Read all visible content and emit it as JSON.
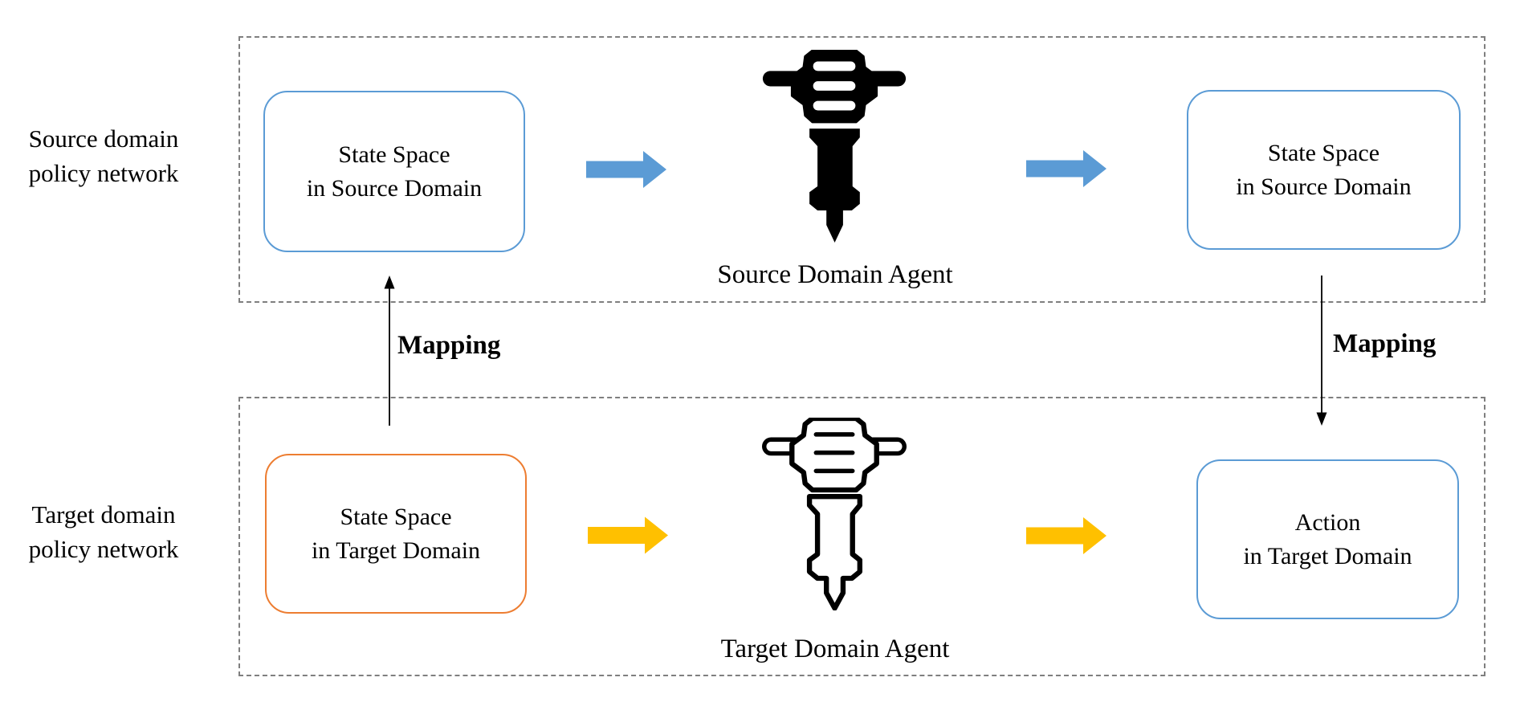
{
  "colors": {
    "arrow_blue": "#5B9BD5",
    "arrow_gold": "#FFC000",
    "box_blue_border": "#5B9BD5",
    "box_orange_border": "#ED7D31",
    "dashed_border_gray": "#7F7F7F",
    "icon_black": "#000000"
  },
  "left_labels": {
    "source": {
      "line1": "Source domain",
      "line2": "policy network"
    },
    "target": {
      "line1": "Target domain",
      "line2": "policy network"
    }
  },
  "source_row": {
    "input_box": {
      "line1": "State Space",
      "line2": "in Source Domain"
    },
    "agent_label": "Source Domain Agent",
    "agent_icon": "jackhammer-solid-icon",
    "output_box": {
      "line1": "State Space",
      "line2": "in Source Domain"
    }
  },
  "target_row": {
    "input_box": {
      "line1": "State Space",
      "line2": "in Target Domain"
    },
    "agent_label": "Target Domain Agent",
    "agent_icon": "jackhammer-outline-icon",
    "output_box": {
      "line1": "Action",
      "line2": "in Target Domain"
    }
  },
  "mapping": {
    "left_label": "Mapping",
    "right_label": "Mapping"
  }
}
